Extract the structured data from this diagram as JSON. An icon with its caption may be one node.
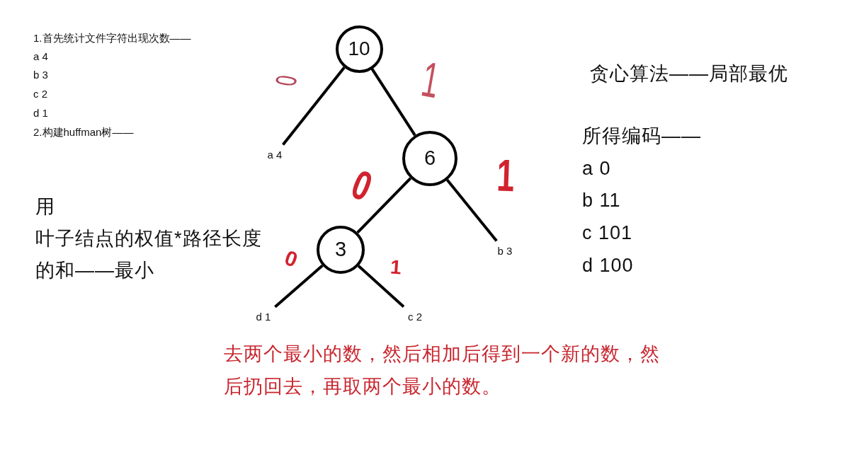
{
  "diagram": {
    "nodes": [
      {
        "text": [
          "10"
        ]
      },
      {
        "text": [
          "a 4"
        ]
      },
      {
        "text": [
          "6"
        ]
      },
      {
        "text": [
          "3"
        ]
      },
      {
        "text": [
          "b 3"
        ]
      },
      {
        "text": [
          "d 1"
        ]
      },
      {
        "text": [
          "c 2"
        ]
      }
    ],
    "edges": [
      {
        "from": 0,
        "to": 1,
        "arrow": "none",
        "label": "0"
      },
      {
        "from": 0,
        "to": 2,
        "arrow": "none",
        "label": "1"
      },
      {
        "from": 2,
        "to": 3,
        "arrow": "none",
        "label": "0"
      },
      {
        "from": 2,
        "to": 4,
        "arrow": "none",
        "label": "1"
      },
      {
        "from": 3,
        "to": 5,
        "arrow": "none",
        "label": "0"
      },
      {
        "from": 3,
        "to": 6,
        "arrow": "none",
        "label": "1"
      }
    ],
    "labels": [
      "1.首先统计文件字符出现次数——",
      "a 4",
      "b 3",
      "c 2",
      "d 1",
      "2.构建huffman树——",
      "用",
      "叶子结点的权值*路径长度",
      "的和——最小",
      "贪心算法——局部最优",
      "所得编码——",
      "a 0",
      "b 11",
      "c 101",
      "d 100",
      "去两个最小的数，然后相加后得到一个新的数，然后扔回去，再取两个最小的数。"
    ]
  }
}
